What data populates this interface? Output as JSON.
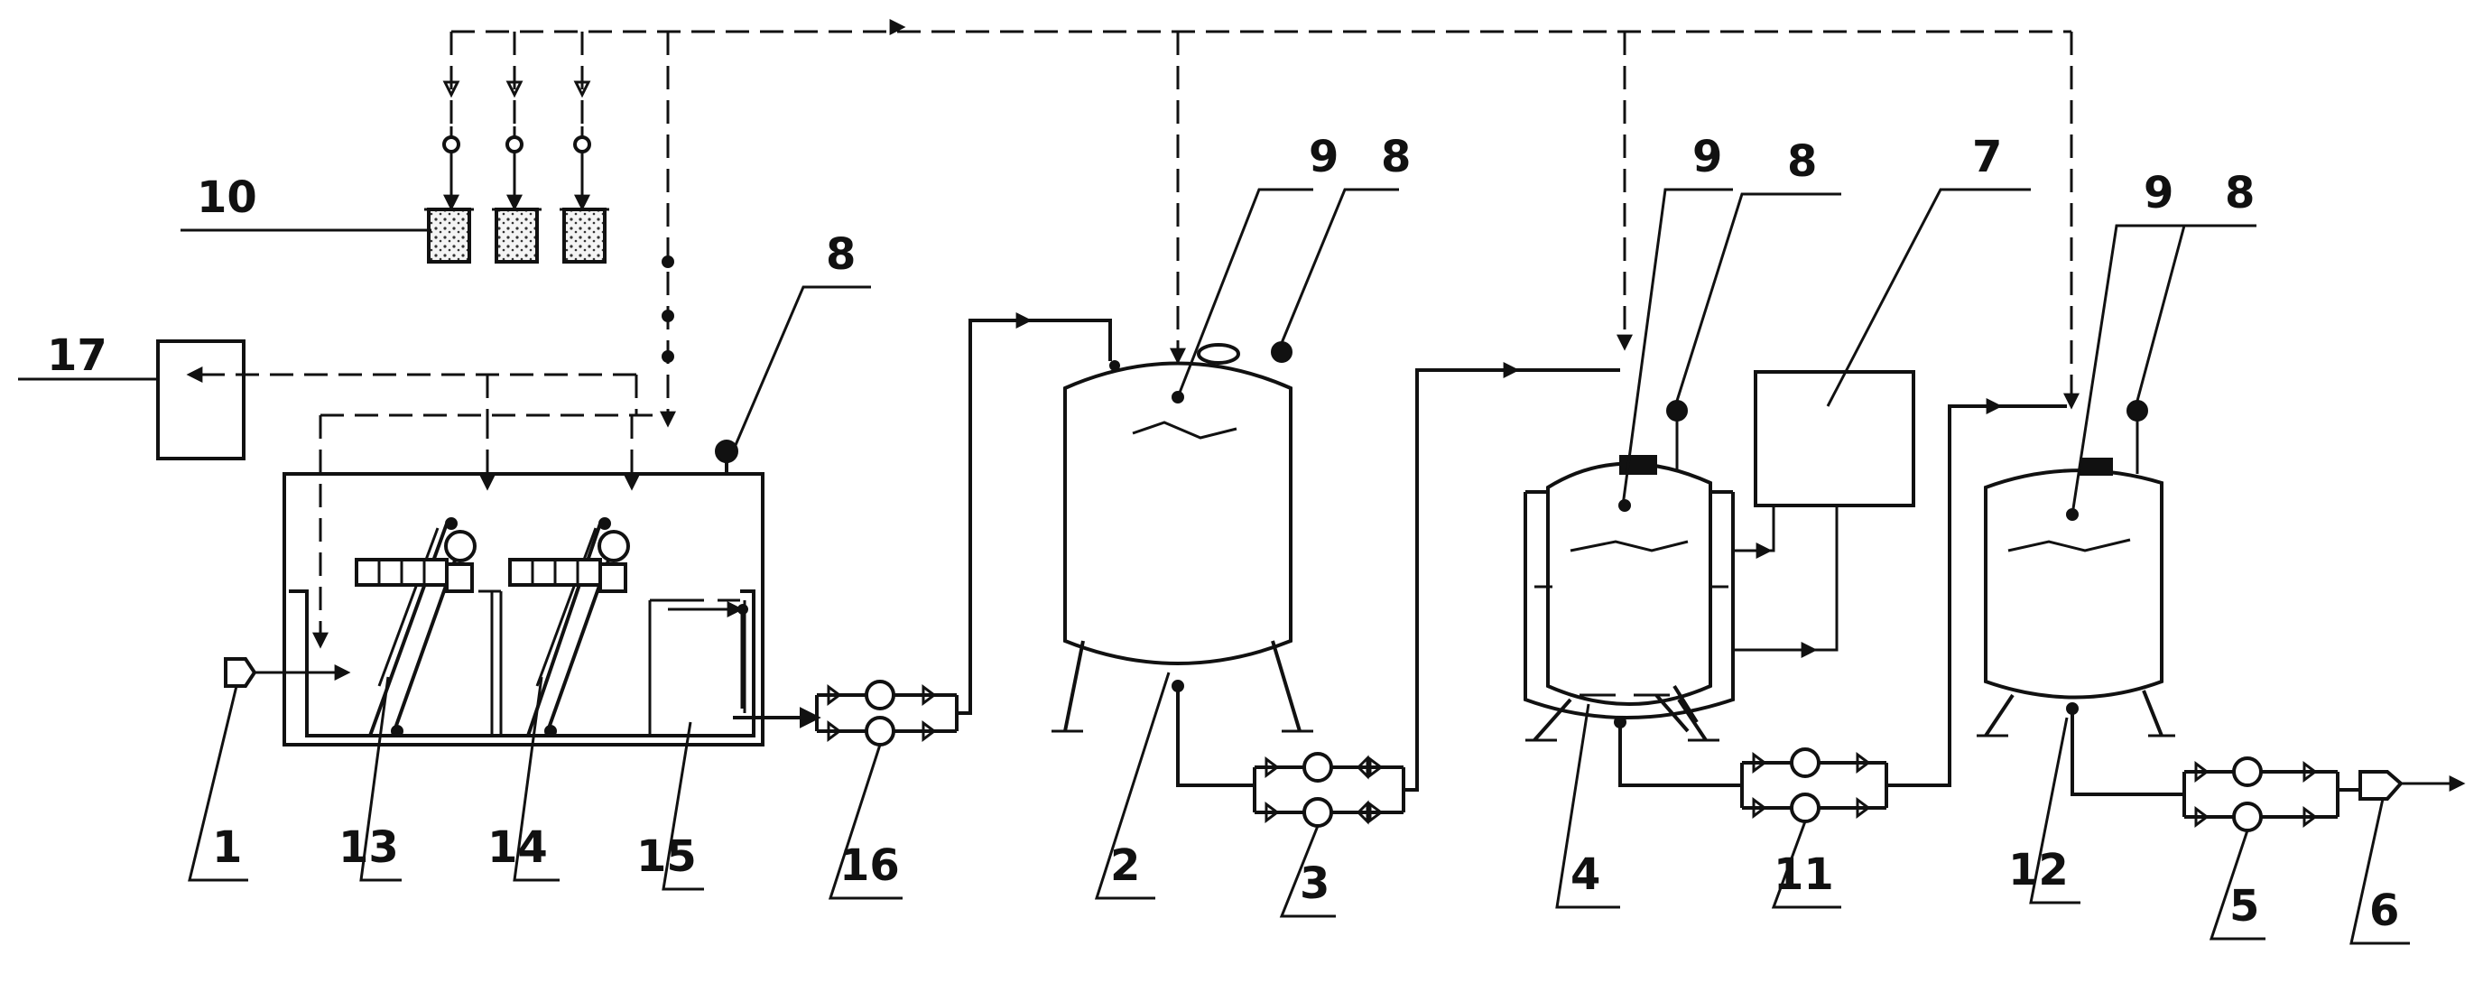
{
  "labels": {
    "l1": "1",
    "l2": "2",
    "l3": "3",
    "l4": "4",
    "l5": "5",
    "l6": "6",
    "l7": "7",
    "l8a": "8",
    "l8b": "8",
    "l8c": "8",
    "l8d": "8",
    "l9a": "9",
    "l9b": "9",
    "l9c": "9",
    "l10": "10",
    "l11": "11",
    "l12": "12",
    "l13": "13",
    "l14": "14",
    "l15": "15",
    "l16": "16",
    "l17": "17"
  },
  "colors": {
    "line": "#111111",
    "background": "#ffffff"
  }
}
